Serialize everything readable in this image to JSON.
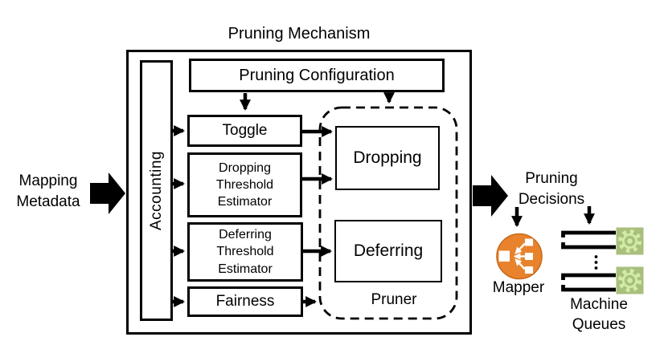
{
  "title": "Pruning Mechanism",
  "mechanism": {
    "accounting": "Accounting",
    "pruning_configuration": "Pruning Configuration",
    "toggle": "Toggle",
    "dropping_threshold_estimator": "Dropping Threshold Estimator",
    "deferring_threshold_estimator": "Deferring Threshold Estimator",
    "fairness": "Fairness",
    "dropping": "Dropping",
    "deferring": "Deferring",
    "pruner": "Pruner"
  },
  "io": {
    "input": [
      "Mapping",
      "Metadata"
    ],
    "output": [
      "Pruning",
      "Decisions"
    ]
  },
  "right_side": {
    "mapper": "Mapper",
    "machine_queues": [
      "Machine",
      "Queues"
    ]
  },
  "icons": {
    "mapper": "load-balancer-icon",
    "machine": "gear-icon",
    "queue": "queue-icon"
  },
  "colors": {
    "line": "#000000",
    "mapper_orange": "#E8822C",
    "mapper_orange_border": "#C86C1C",
    "icon_white": "#FFFFFF",
    "gear_bg": "#A9BF7D",
    "gear_body": "#D3ECA4",
    "gear_border": "#8FA863"
  }
}
